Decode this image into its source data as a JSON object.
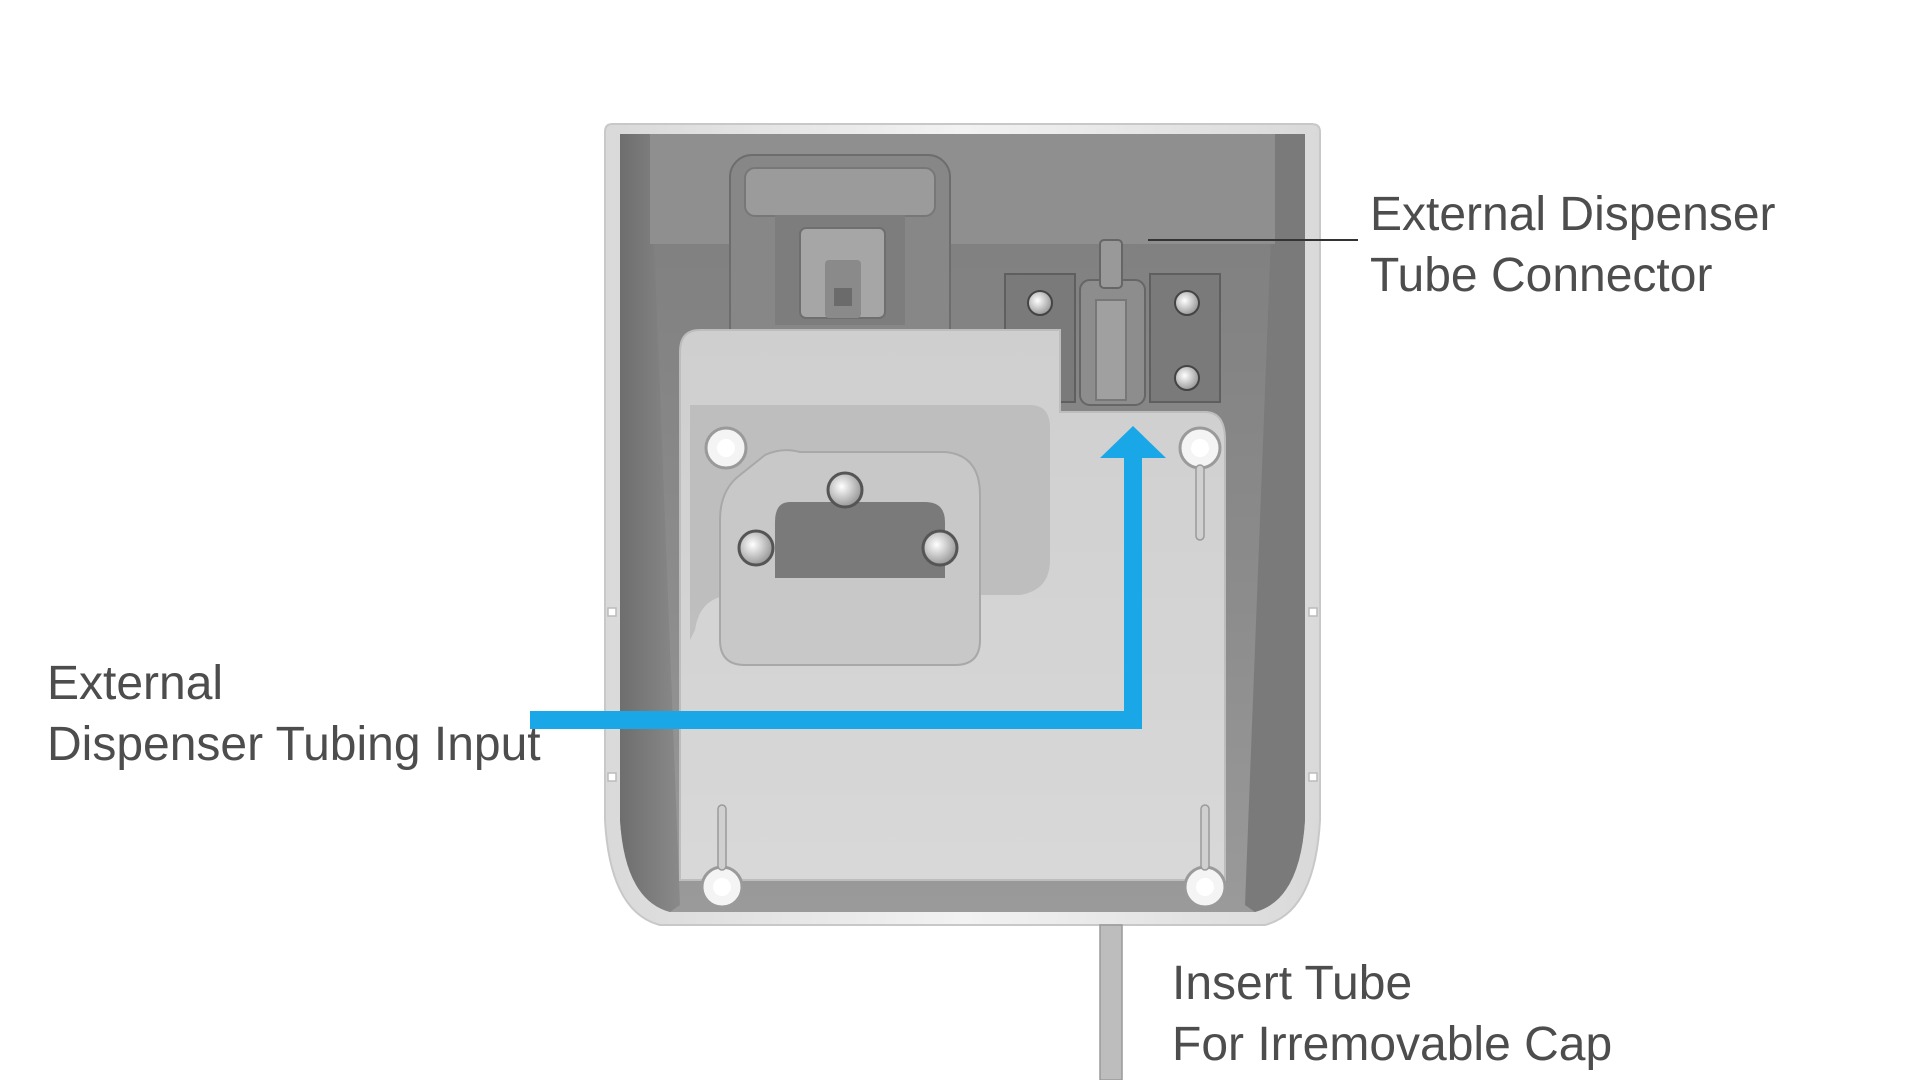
{
  "labels": {
    "connector": {
      "line1": "External Dispenser",
      "line2": "Tube Connector"
    },
    "input": {
      "line1": "External",
      "line2": "Dispenser Tubing Input"
    },
    "insert": {
      "line1": "Insert Tube",
      "line2": "For Irremovable Cap"
    }
  },
  "colors": {
    "arrow": "#1aa7e8",
    "text": "#4d4d4d",
    "leader": "#333333"
  }
}
